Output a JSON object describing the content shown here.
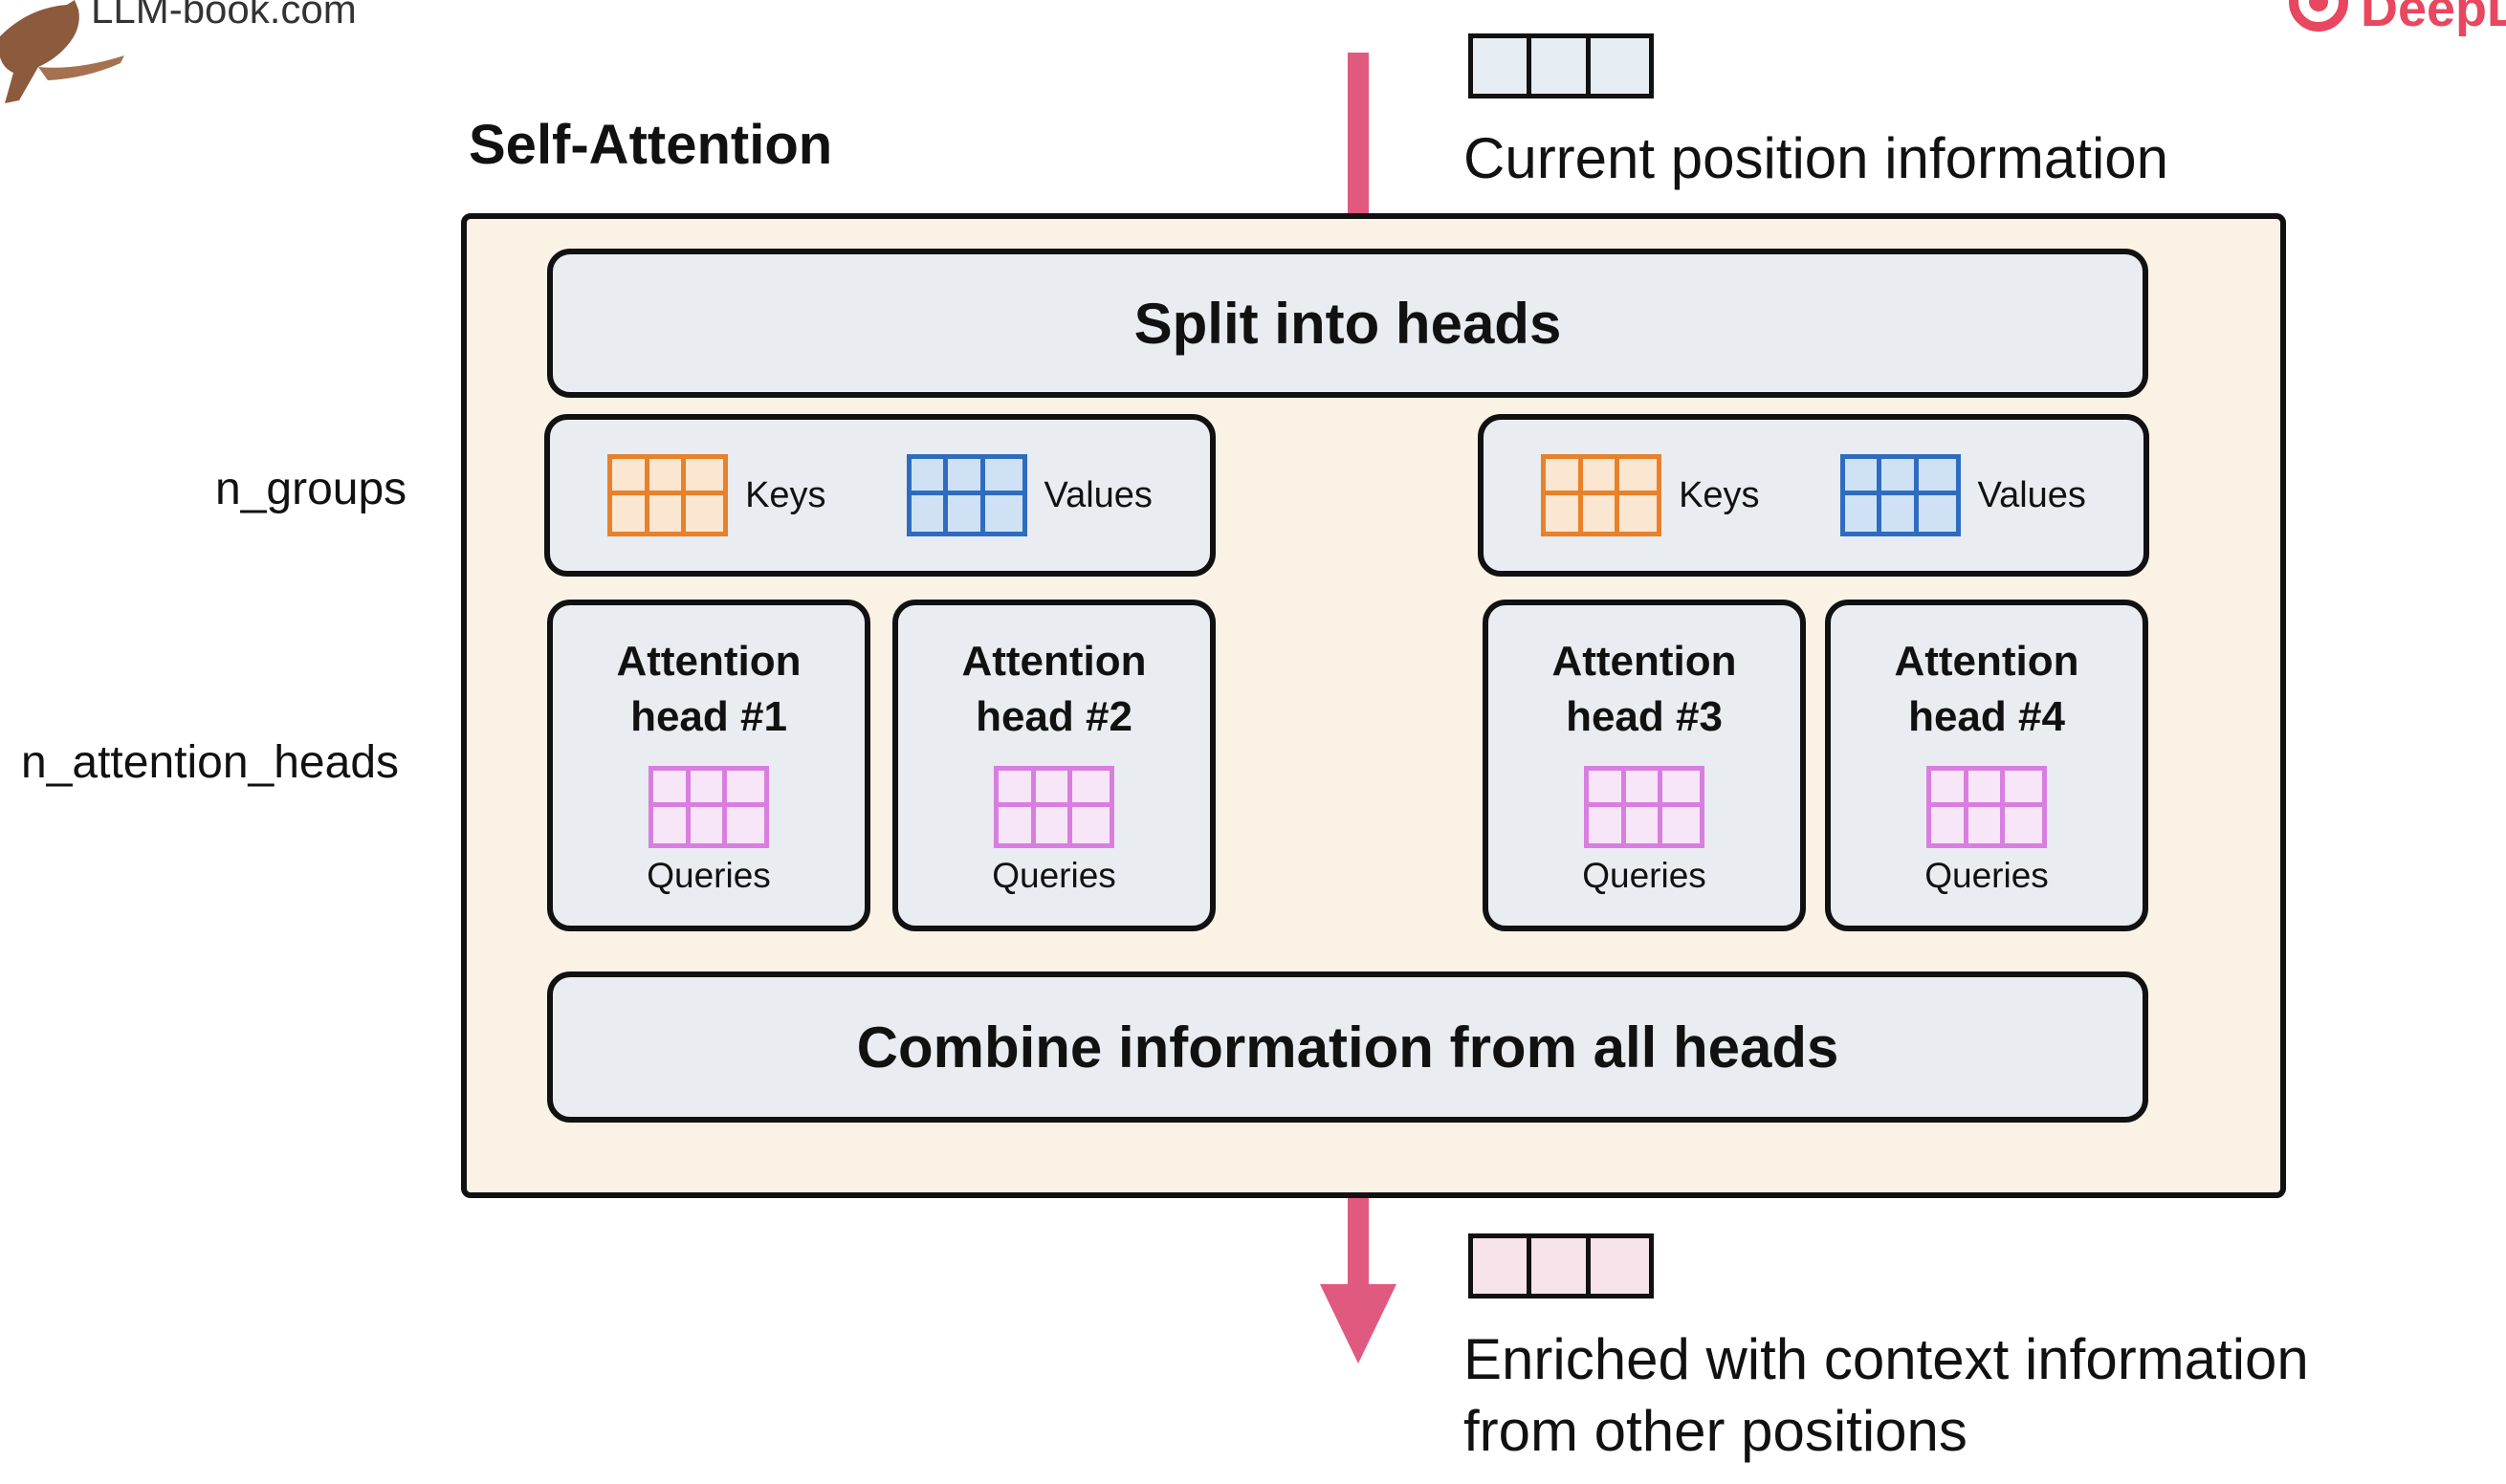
{
  "branding": {
    "left_text": "LLM-book.com",
    "right_text": "DeepL"
  },
  "diagram": {
    "title": "Self-Attention",
    "input_caption": "Current position information",
    "output_caption_line1": "Enriched with context information",
    "output_caption_line2": "from other positions",
    "side_labels": {
      "groups": "n_groups",
      "heads": "n_attention_heads"
    },
    "split_label": "Split into heads",
    "combine_label": "Combine information from all heads",
    "groups": [
      {
        "keys_label": "Keys",
        "values_label": "Values"
      },
      {
        "keys_label": "Keys",
        "values_label": "Values"
      }
    ],
    "heads": [
      {
        "line1": "Attention",
        "line2": "head #1",
        "queries_label": "Queries"
      },
      {
        "line1": "Attention",
        "line2": "head #2",
        "queries_label": "Queries"
      },
      {
        "line1": "Attention",
        "line2": "head #3",
        "queries_label": "Queries"
      },
      {
        "line1": "Attention",
        "line2": "head #4",
        "queries_label": "Queries"
      }
    ]
  },
  "colors": {
    "arrow": "#e05a80",
    "keys_stroke": "#e8812a",
    "keys_fill": "#fbe6d2",
    "values_stroke": "#2e6cc0",
    "values_fill": "#cfe2f5",
    "queries_stroke": "#d97ee0",
    "queries_fill": "#f6e6f7",
    "input_vector_fill": "#e6edf3",
    "output_vector_fill": "#f7e3ea",
    "container_fill": "#fbf2e6",
    "box_fill": "#e9ecf1"
  }
}
